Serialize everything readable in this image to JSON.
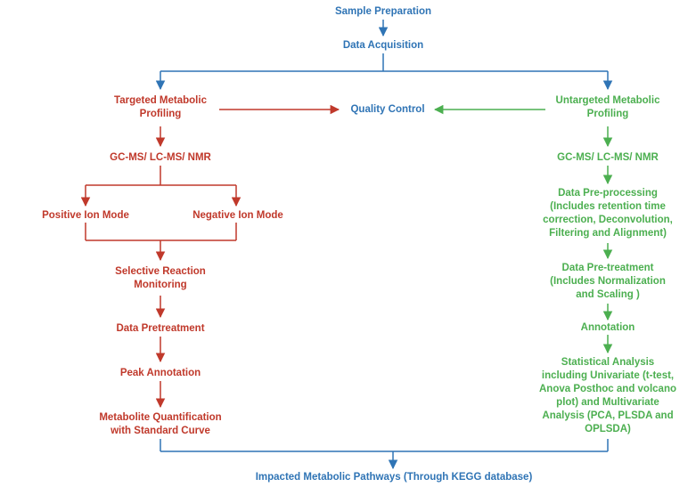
{
  "colors": {
    "blue": "#2f74b5",
    "red": "#c0392b",
    "green": "#4caf50"
  },
  "nodes": {
    "sample_preparation": [
      "Sample Preparation"
    ],
    "data_acquisition": [
      "Data Acquisition"
    ],
    "quality_control": [
      "Quality Control"
    ],
    "impacted_pathways": [
      "Impacted Metabolic Pathways (Through KEGG database)"
    ],
    "targeted": {
      "profiling": [
        "Targeted Metabolic",
        "Profiling"
      ],
      "instruments": [
        "GC-MS/ LC-MS/ NMR"
      ],
      "positive_ion": [
        "Positive Ion Mode"
      ],
      "negative_ion": [
        "Negative Ion Mode"
      ],
      "srm": [
        "Selective Reaction",
        "Monitoring"
      ],
      "pretreatment": [
        "Data Pretreatment"
      ],
      "peak_annotation": [
        "Peak Annotation"
      ],
      "quantification": [
        "Metabolite Quantification",
        "with Standard Curve"
      ]
    },
    "untargeted": {
      "profiling": [
        "Untargeted Metabolic",
        "Profiling"
      ],
      "instruments": [
        "GC-MS/ LC-MS/ NMR"
      ],
      "preprocessing": [
        "Data Pre-processing",
        "(Includes retention time",
        "correction, Deconvolution,",
        "Filtering and Alignment)"
      ],
      "pretreatment": [
        "Data Pre-treatment",
        "(Includes Normalization",
        "and Scaling )"
      ],
      "annotation": [
        "Annotation"
      ],
      "statistics": [
        "Statistical Analysis",
        "including Univariate (t-test,",
        "Anova Posthoc and volcano",
        "plot) and Multivariate",
        "Analysis (PCA, PLSDA and",
        "OPLSDA)"
      ]
    }
  }
}
